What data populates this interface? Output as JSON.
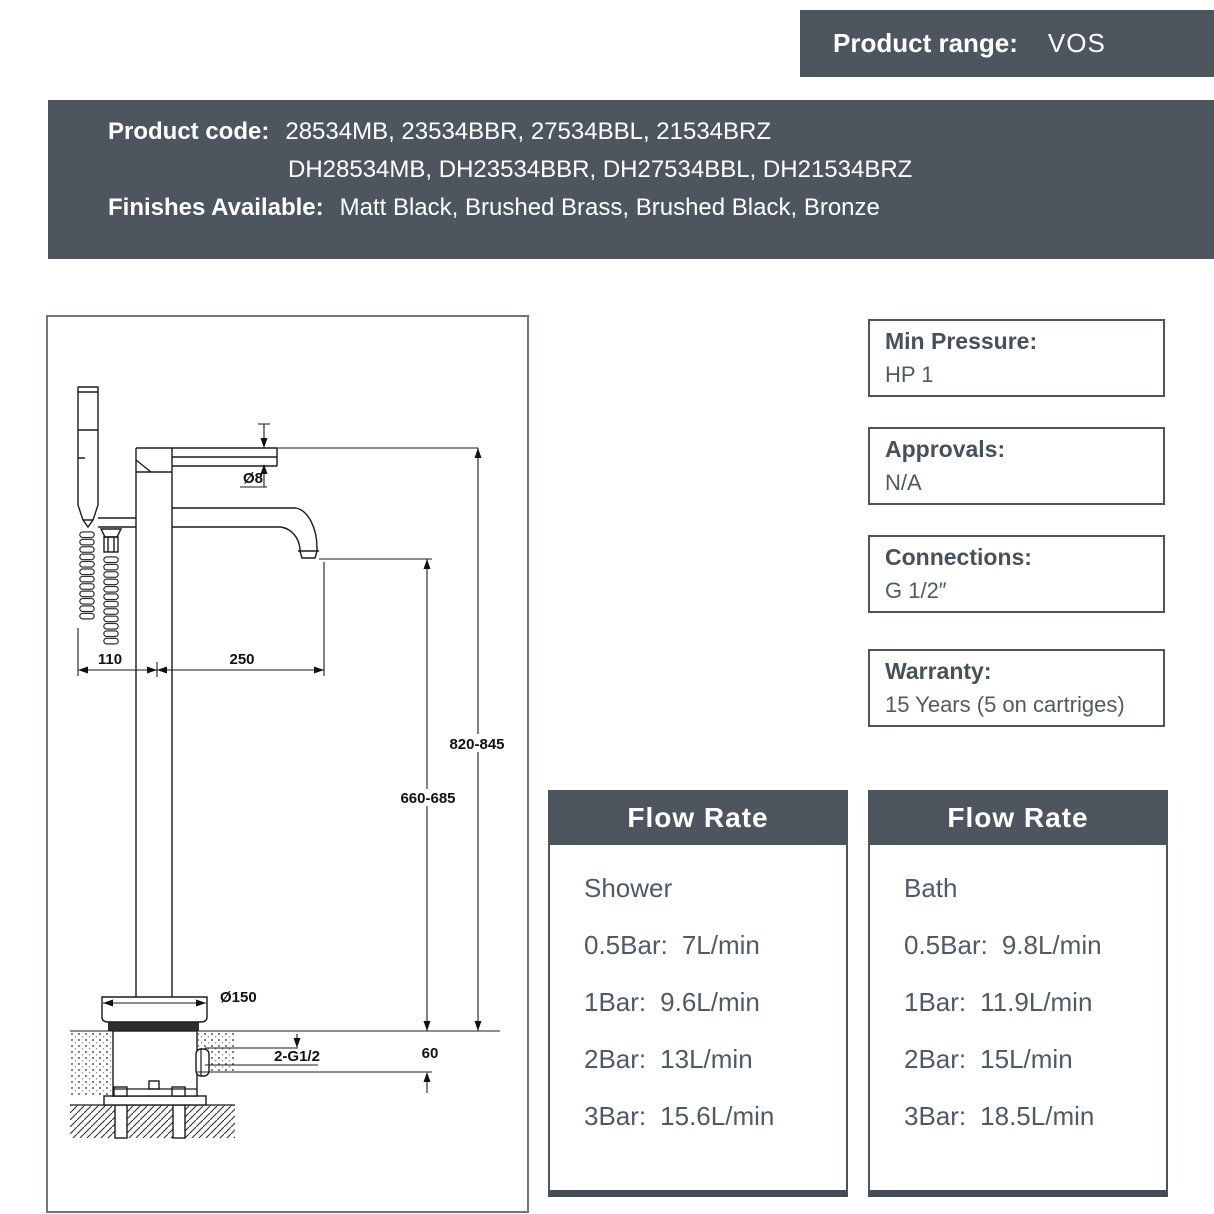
{
  "colors": {
    "slate": "#4d565f",
    "ink": "#1b1b1b",
    "value_text": "#4f5a64"
  },
  "product_range": {
    "label": "Product range:",
    "value": "VOS"
  },
  "product_code": {
    "label": "Product code:",
    "codes_line1": "28534MB, 23534BBR, 27534BBL, 21534BRZ",
    "codes_line2": "DH28534MB, DH23534BBR, DH27534BBL, DH21534BRZ",
    "finishes_label": "Finishes Available:",
    "finishes_value": "Matt Black, Brushed Brass, Brushed Black, Bronze"
  },
  "spec_boxes": [
    {
      "label": "Min Pressure:",
      "value": "HP 1"
    },
    {
      "label": "Approvals:",
      "value": "N/A"
    },
    {
      "label": "Connections:",
      "value": "G 1/2″"
    },
    {
      "label": "Warranty:",
      "value": "15 Years (5 on cartriges)"
    }
  ],
  "flow_tables": [
    {
      "title": "Flow Rate",
      "subtitle": "Shower",
      "rows": [
        {
          "p": "0.5Bar:",
          "v": "7L/min"
        },
        {
          "p": "1Bar:",
          "v": "9.6L/min"
        },
        {
          "p": "2Bar:",
          "v": "13L/min"
        },
        {
          "p": "3Bar:",
          "v": "15.6L/min"
        }
      ]
    },
    {
      "title": "Flow Rate",
      "subtitle": "Bath",
      "rows": [
        {
          "p": "0.5Bar:",
          "v": "9.8L/min"
        },
        {
          "p": "1Bar:",
          "v": "11.9L/min"
        },
        {
          "p": "2Bar:",
          "v": "15L/min"
        },
        {
          "p": "3Bar:",
          "v": "18.5L/min"
        }
      ]
    }
  ],
  "diagram": {
    "dim_handle_diameter": "Ø8",
    "dim_hand_shower_offset": "110",
    "dim_spout_reach": "250",
    "dim_overall_height": "820-845",
    "dim_spout_height": "660-685",
    "dim_base_diameter": "Ø150",
    "dim_connection": "2-G1/2",
    "dim_floor_depth": "60"
  }
}
